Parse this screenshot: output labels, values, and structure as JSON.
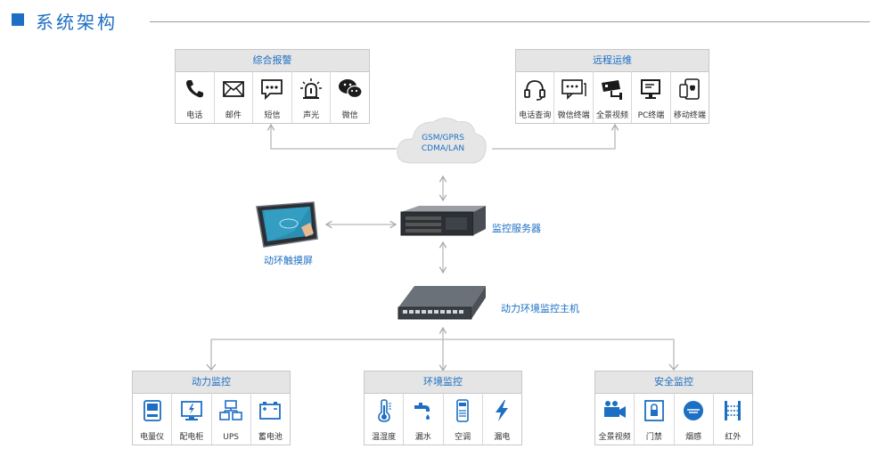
{
  "header": {
    "title": "系统架构"
  },
  "panels": {
    "alarm": {
      "title": "综合报警",
      "items": [
        {
          "label": "电话",
          "icon": "phone-icon"
        },
        {
          "label": "邮件",
          "icon": "mail-icon"
        },
        {
          "label": "短信",
          "icon": "sms-icon"
        },
        {
          "label": "声光",
          "icon": "alarm-light-icon"
        },
        {
          "label": "微信",
          "icon": "wechat-icon"
        }
      ]
    },
    "remote": {
      "title": "远程运维",
      "items": [
        {
          "label": "电话查询",
          "icon": "headset-icon"
        },
        {
          "label": "微信终端",
          "icon": "chat-terminal-icon"
        },
        {
          "label": "全景视频",
          "icon": "camera-icon"
        },
        {
          "label": "PC终端",
          "icon": "monitor-icon"
        },
        {
          "label": "移动终端",
          "icon": "mobile-icon"
        }
      ]
    },
    "power": {
      "title": "动力监控",
      "items": [
        {
          "label": "电量仪",
          "icon": "meter-icon"
        },
        {
          "label": "配电柜",
          "icon": "distribution-cabinet-icon"
        },
        {
          "label": "UPS",
          "icon": "ups-icon"
        },
        {
          "label": "蓄电池",
          "icon": "battery-icon"
        }
      ]
    },
    "env": {
      "title": "环境监控",
      "items": [
        {
          "label": "温湿度",
          "icon": "thermometer-icon"
        },
        {
          "label": "漏水",
          "icon": "water-leak-icon"
        },
        {
          "label": "空调",
          "icon": "air-conditioner-icon"
        },
        {
          "label": "漏电",
          "icon": "lightning-icon"
        }
      ]
    },
    "security": {
      "title": "安全监控",
      "items": [
        {
          "label": "全景视频",
          "icon": "video-camera-icon"
        },
        {
          "label": "门禁",
          "icon": "door-lock-icon"
        },
        {
          "label": "烟感",
          "icon": "smoke-detector-icon"
        },
        {
          "label": "红外",
          "icon": "infrared-icon"
        }
      ]
    }
  },
  "network": {
    "line1": "GSM/GPRS",
    "line2": "CDMA/LAN"
  },
  "devices": {
    "server": "监控服务器",
    "touchscreen": "动环触摸屏",
    "host": "动力环境监控主机"
  },
  "colors": {
    "accent": "#1d6fc3",
    "line": "#b8b8b8"
  }
}
